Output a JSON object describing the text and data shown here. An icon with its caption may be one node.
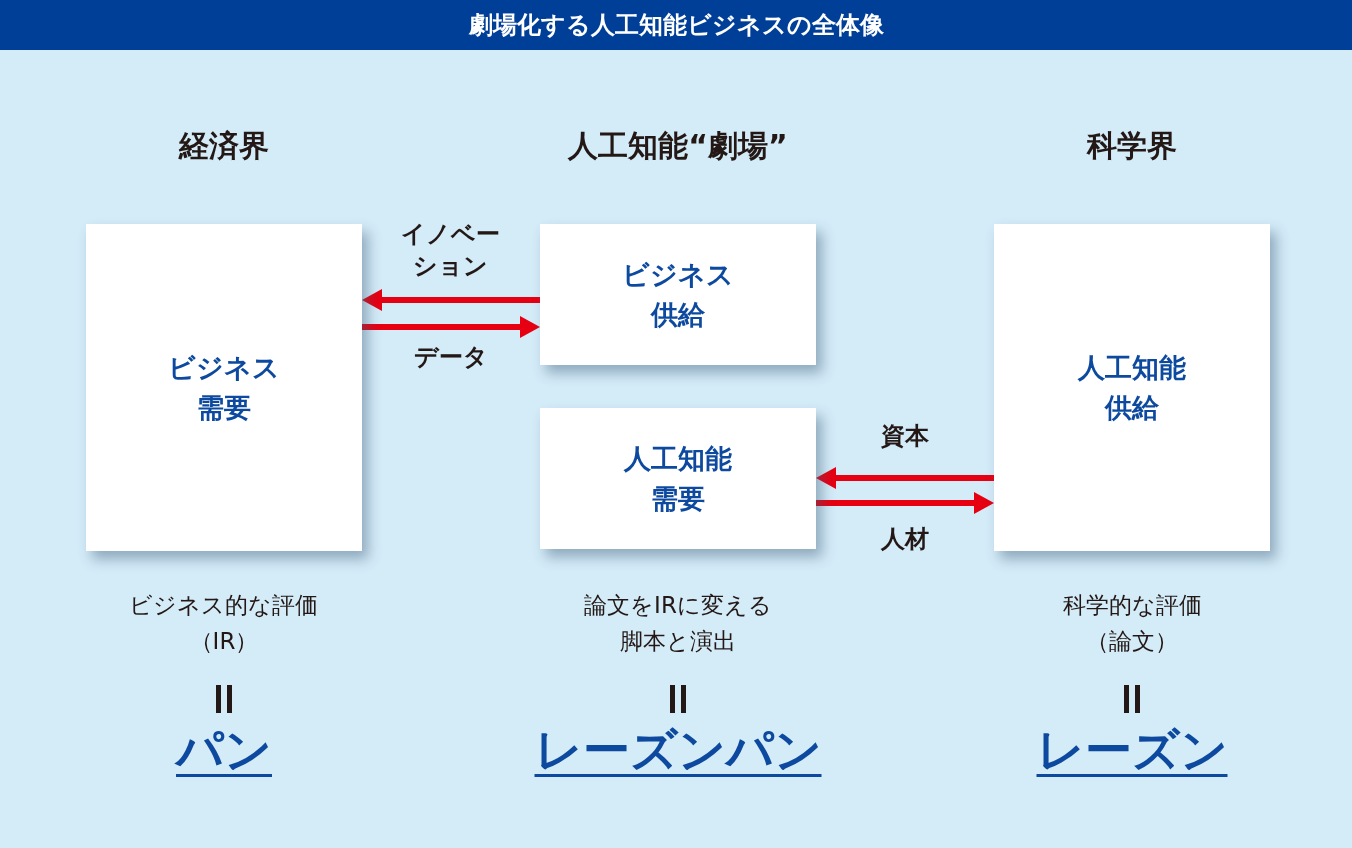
{
  "diagram": {
    "title": "劇場化する人工知能ビジネスの全体像",
    "nodes": [
      {
        "text": [
          "ビジネス需要"
        ]
      },
      {
        "text": [
          "ビジネス供給"
        ]
      },
      {
        "text": [
          "人工知能需要"
        ]
      },
      {
        "text": [
          "人工知能供給"
        ]
      }
    ],
    "edges": [
      {
        "from": 1,
        "to": 0,
        "arrow": "to",
        "label": "イノベーション"
      },
      {
        "from": 0,
        "to": 1,
        "arrow": "to",
        "label": "データ"
      },
      {
        "from": 3,
        "to": 2,
        "arrow": "to",
        "label": "資本"
      },
      {
        "from": 2,
        "to": 3,
        "arrow": "to",
        "label": "人材"
      }
    ],
    "labels": [
      "経済界",
      "人工知能“劇場”",
      "科学界",
      "ビジネス的な評価（IR）",
      "論文をIRに変える脚本と演出",
      "科学的な評価（論文）",
      "パン",
      "レーズンパン",
      "レーズン"
    ]
  }
}
